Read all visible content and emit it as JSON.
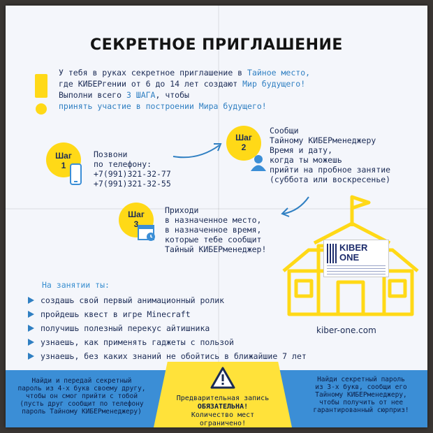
{
  "title": "СЕКРЕТНОЕ ПРИГЛАШЕНИЕ",
  "intro": {
    "line1a": "У тебя в руках секретное приглашение в ",
    "line1b": "Тайное место,",
    "line2a": "где КИБЕРгении от 6 до 14 лет создают ",
    "line2b": "Мир будущего!",
    "line3a": "Выполни всего ",
    "line3b": "3 ШАГА",
    "line3c": ", чтобы",
    "line4": "принять участие в построении Мира будущего!"
  },
  "steps": [
    {
      "label": "Шаг",
      "num": "1",
      "text": [
        "Позвони",
        "по телефону:",
        "+7(991)321-32-77",
        "+7(991)321-32-55"
      ]
    },
    {
      "label": "Шаг",
      "num": "2",
      "text": [
        "Сообщи",
        "Тайному КИБЕРменеджеру",
        "Время и дату,",
        "когда ты можешь",
        "прийти на пробное занятие",
        "(суббота или воскресенье)"
      ]
    },
    {
      "label": "Шаг",
      "num": "3",
      "text": [
        "Приходи",
        "в назначенное место,",
        "в назначенное время,",
        "которые тебе сообщит",
        "Тайный КИБЕРменеджер!"
      ]
    }
  ],
  "logo": {
    "line1": "KIBER",
    "line2": "ONE"
  },
  "website": "kiber-one.com",
  "lesson_heading": "На занятии ты:",
  "lesson_items": [
    "создашь свой первый анимационный ролик",
    "пройдешь квест в игре Minecraft",
    "получишь полезный перекус айтишника",
    "узнаешь, как применять гаджеты с пользой",
    "узнаешь, без каких знаний не обойтись в ближайшие 7 лет"
  ],
  "bottom": {
    "left": [
      "Найди и передай секретный",
      "пароль из 4-х букв своему другу,",
      "чтобы он смог прийти с тобой",
      "(пусть друг сообщит по телефону",
      "пароль Тайному КИБЕРменеджеру)"
    ],
    "center1": "Предварительная запись",
    "center2": "ОБЯЗАТЕЛЬНА!",
    "center3": "Количество мест ограничено!",
    "right": [
      "Найди секретный пароль",
      "из 3-х букв, сообщи его",
      "Тайному КИБЕРменеджеру,",
      "чтобы получить от нее",
      "гарантированный сюрприз!"
    ]
  },
  "colors": {
    "yellow": "#ffd917",
    "blue": "#3b8ed6",
    "navy": "#1b2b55"
  }
}
